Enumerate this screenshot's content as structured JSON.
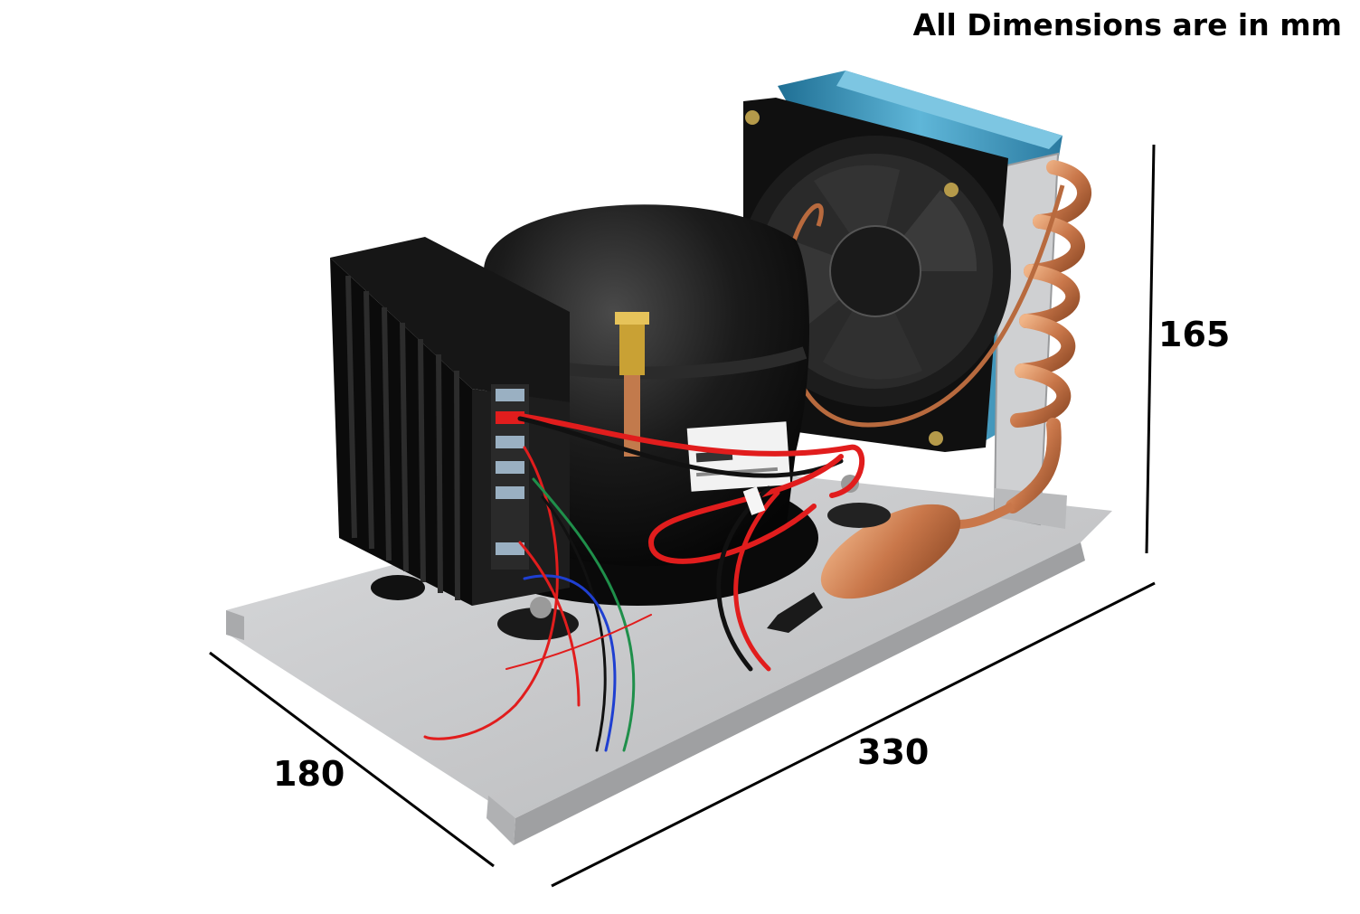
{
  "note": "All Dimensions are in mm",
  "dimensions": {
    "height": "165",
    "length": "330",
    "width": "180"
  },
  "colors": {
    "background": "#ffffff",
    "base_plate": "#c9cacc",
    "compressor": "#141414",
    "copper": "#c9774a",
    "fins": "#3e8fb4",
    "wire_red": "#e11d1d",
    "wire_green": "#1f8f4a",
    "wire_blue": "#1f3fd1",
    "text": "#000000"
  }
}
